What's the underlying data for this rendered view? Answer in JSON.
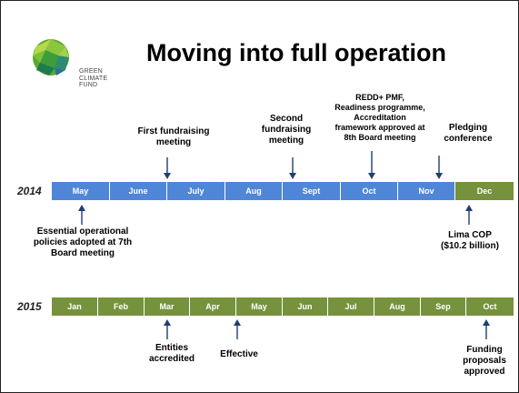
{
  "logo": {
    "lines": [
      "GREEN",
      "CLIMATE",
      "FUND"
    ],
    "icon": "globe-hex-icon"
  },
  "title": "Moving into full operation",
  "timeline_2014": {
    "year": "2014",
    "months": [
      "May",
      "June",
      "July",
      "Aug",
      "Sept",
      "Oct",
      "Nov",
      "Dec"
    ],
    "colors": {
      "blue": "#4f86d8",
      "green": "#76923c"
    }
  },
  "timeline_2015": {
    "year": "2015",
    "months": [
      "Jan",
      "Feb",
      "Mar",
      "Apr",
      "May",
      "Jun",
      "Jul",
      "Aug",
      "Sep",
      "Oct"
    ]
  },
  "notes": {
    "first_fundraising": "First fundraising meeting",
    "second_fundraising": "Second fundraising meeting",
    "redd_line1": "REDD+ PMF,",
    "redd_line2": "Readiness programme,",
    "redd_line3": "Accreditation",
    "redd_line4": "framework approved at",
    "redd_line5": "8th Board meeting",
    "pledging": "Pledging conference",
    "essential_line1": "Essential operational",
    "essential_line2": "policies adopted at 7th",
    "essential_line3": "Board meeting",
    "lima_line1": "Lima COP",
    "lima_line2": "($10.2 billion)",
    "entities_line1": "Entities",
    "entities_line2": "accredited",
    "effective": "Effective",
    "funding_line1": "Funding",
    "funding_line2": "proposals",
    "funding_line3": "approved"
  }
}
